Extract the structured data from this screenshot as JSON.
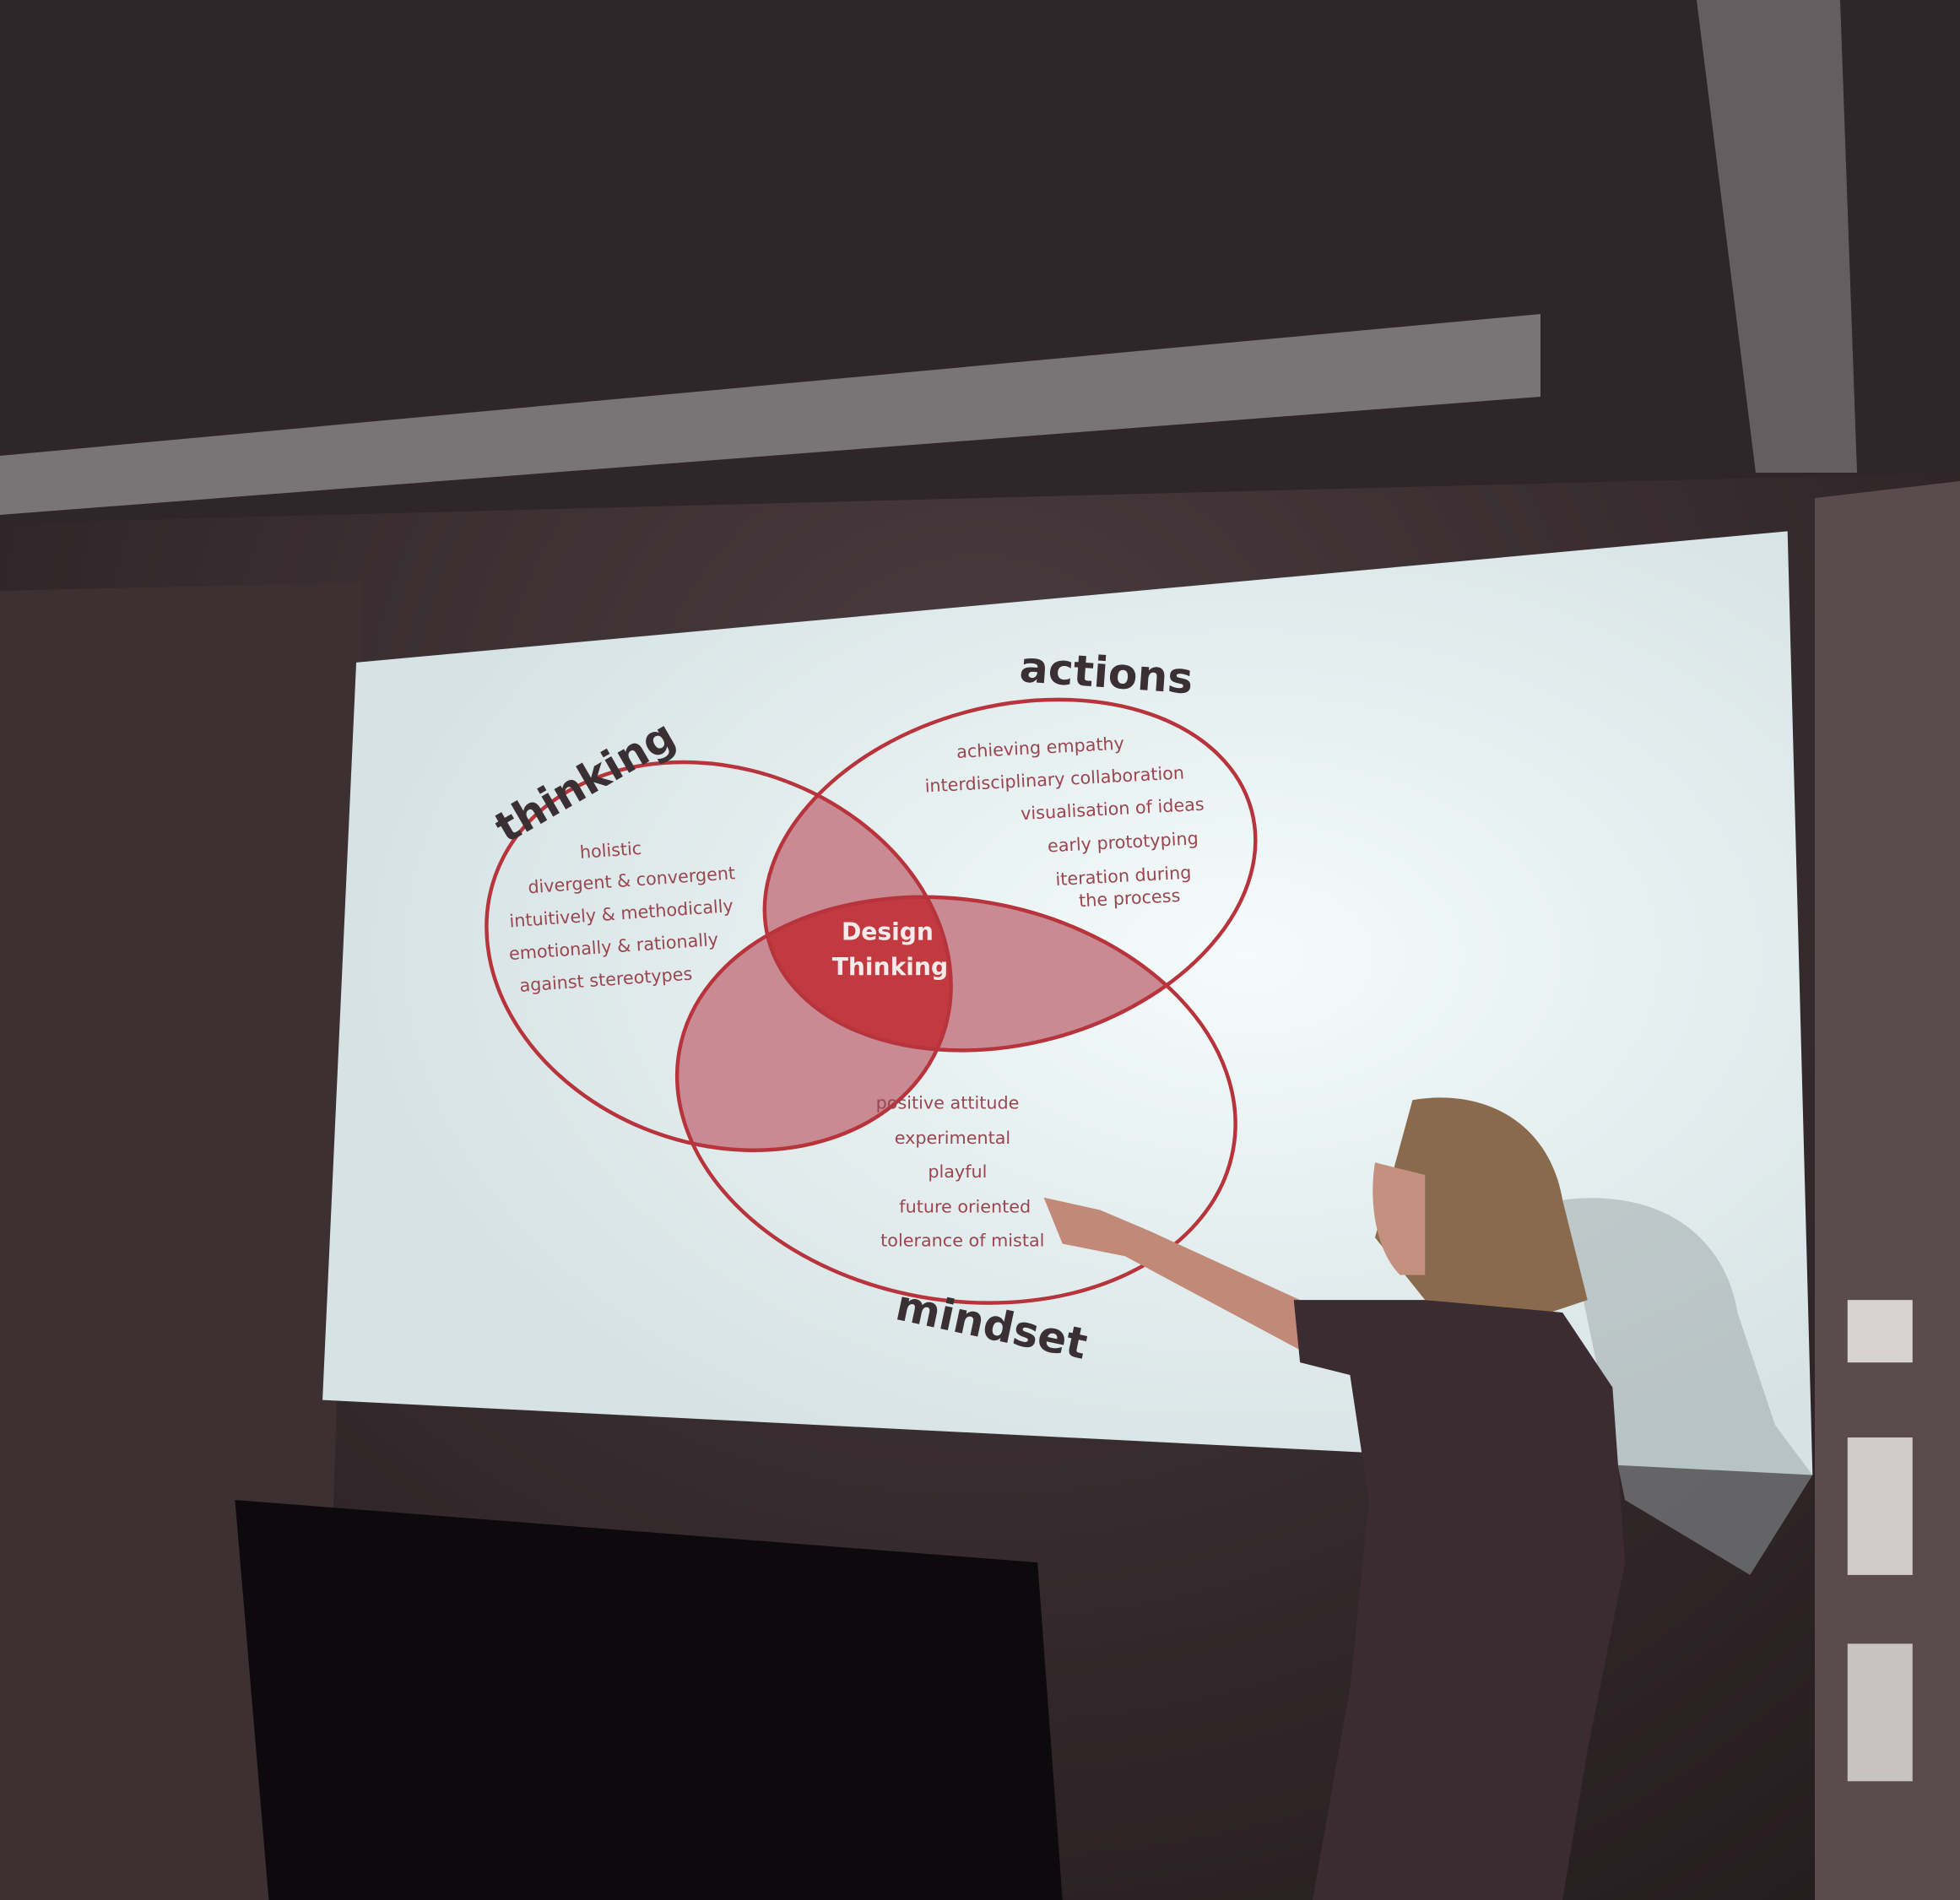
{
  "slide": {
    "labels": {
      "thinking": "thinking",
      "actions": "actions",
      "mindset": "mindset"
    },
    "center": [
      "Design",
      "Thinking"
    ],
    "thinking_items": [
      "holistic",
      "divergent & convergent",
      "intuitively & methodically",
      "emotionally & rationally",
      "against stereotypes"
    ],
    "actions_items": [
      "achieving empathy",
      "interdisciplinary collaboration",
      "visualisation of ideas",
      "early prototyping",
      "iteration during",
      "the process"
    ],
    "mindset_items": [
      "positive attitude",
      "experimental",
      "playful",
      "future oriented",
      "tolerance of mistal"
    ],
    "colors": {
      "outline": "#b8343c",
      "overlap": "#c98a94",
      "core": "#c23a40",
      "screen": "#e6eeee"
    }
  }
}
